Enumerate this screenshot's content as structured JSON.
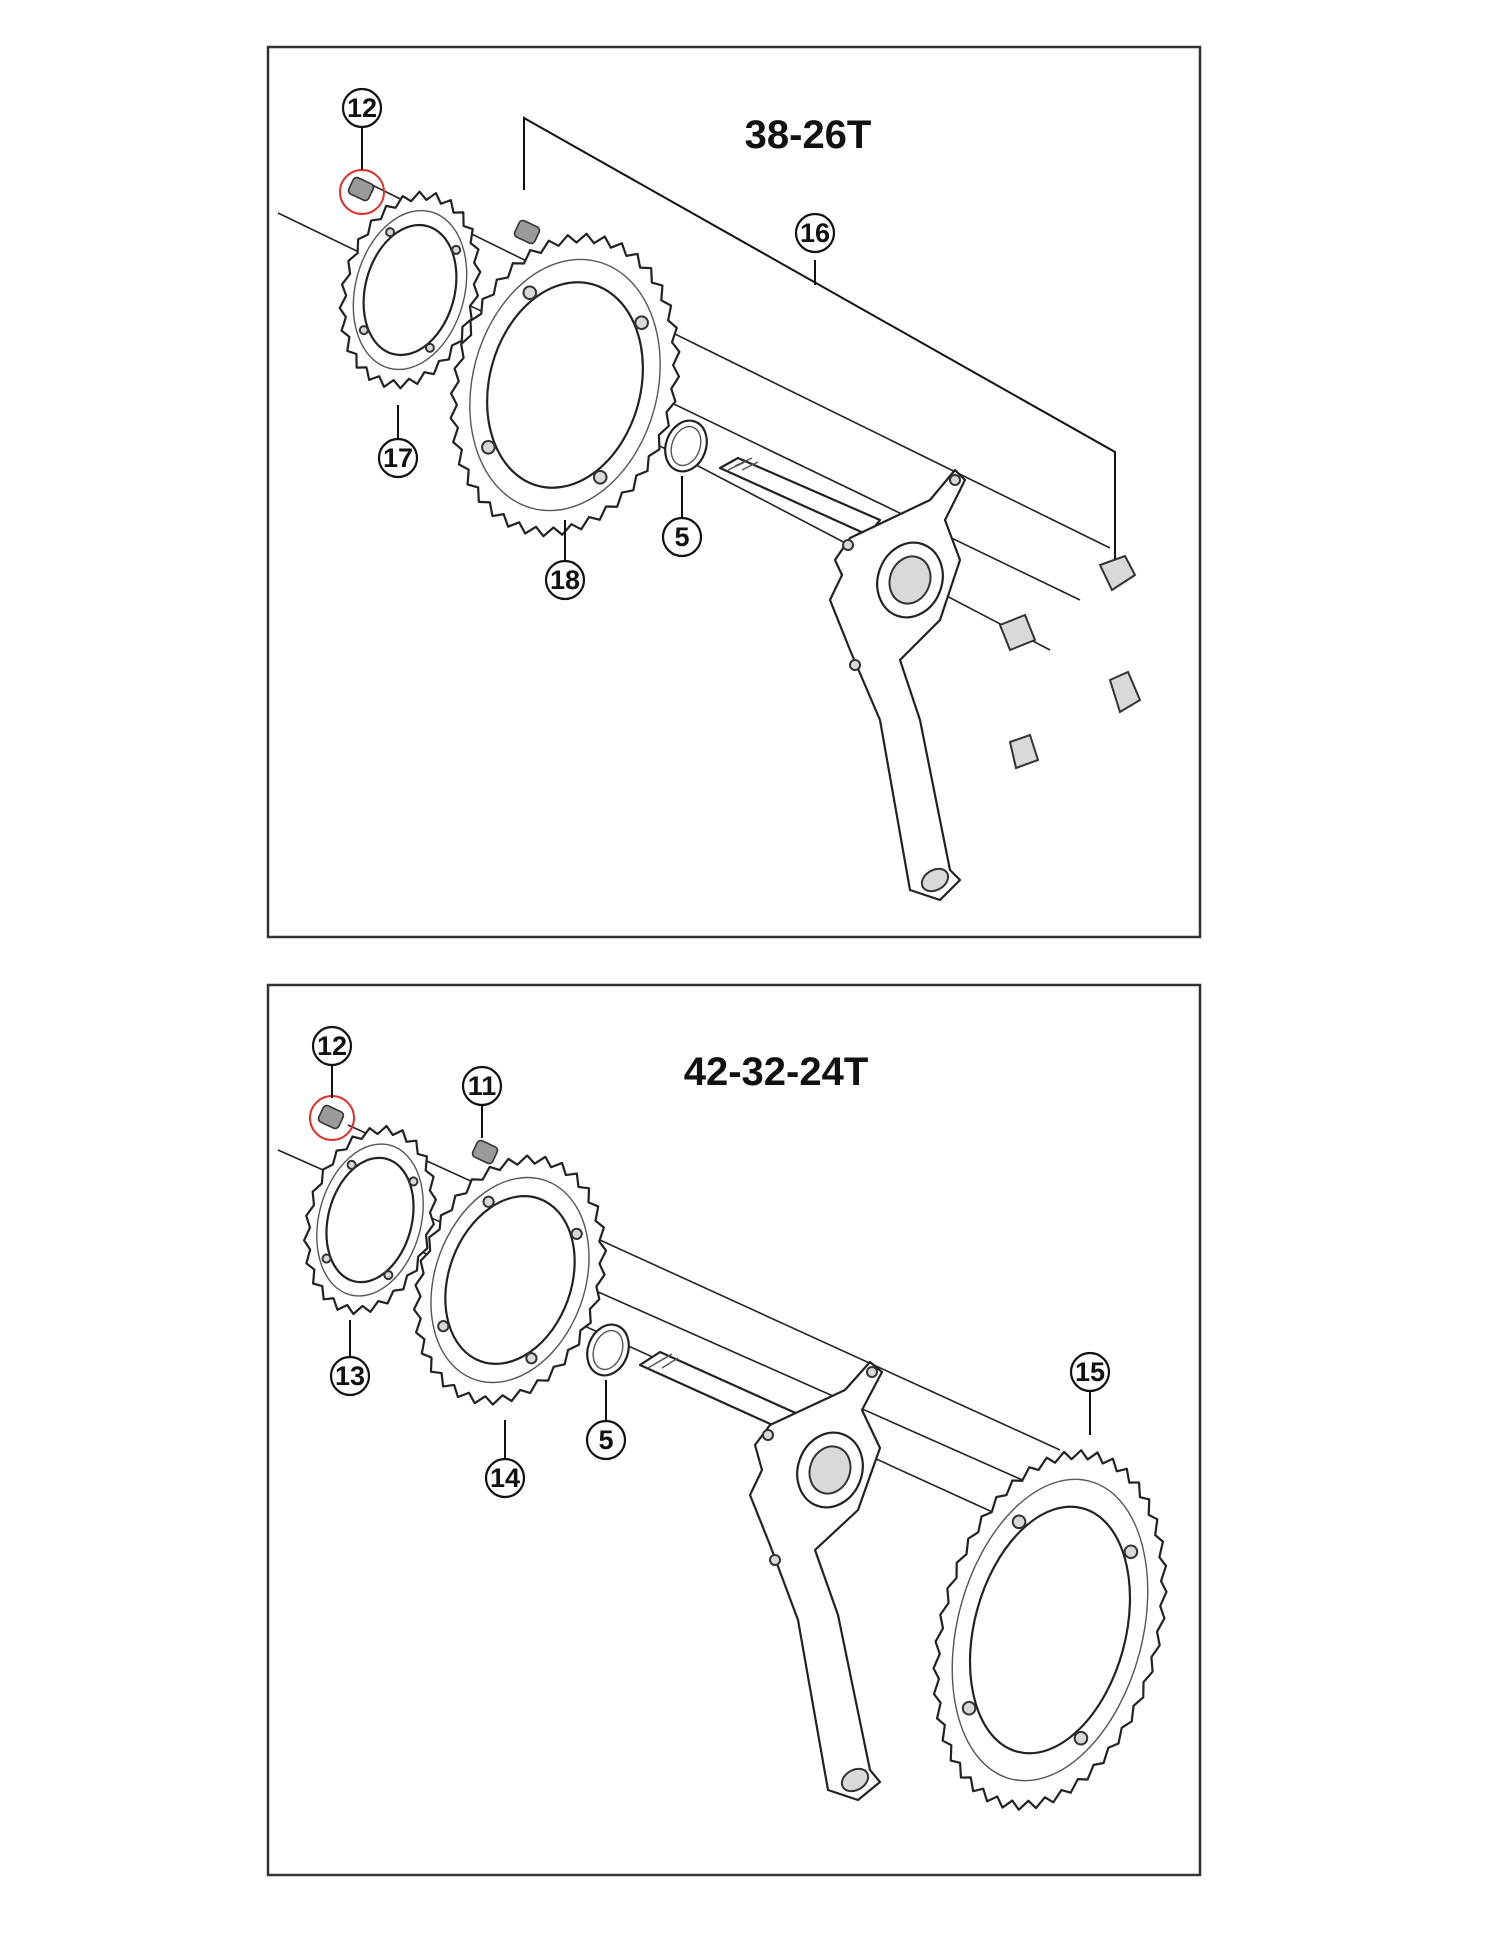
{
  "panels": [
    {
      "title": "38-26T",
      "callouts": [
        "12",
        "16",
        "17",
        "18",
        "5"
      ]
    },
    {
      "title": "42-32-24T",
      "callouts": [
        "12",
        "11",
        "13",
        "14",
        "5",
        "15"
      ]
    }
  ],
  "colors": {
    "frame": "#333333",
    "highlight": "#e0302a",
    "bolt": "#9a9a9a"
  }
}
